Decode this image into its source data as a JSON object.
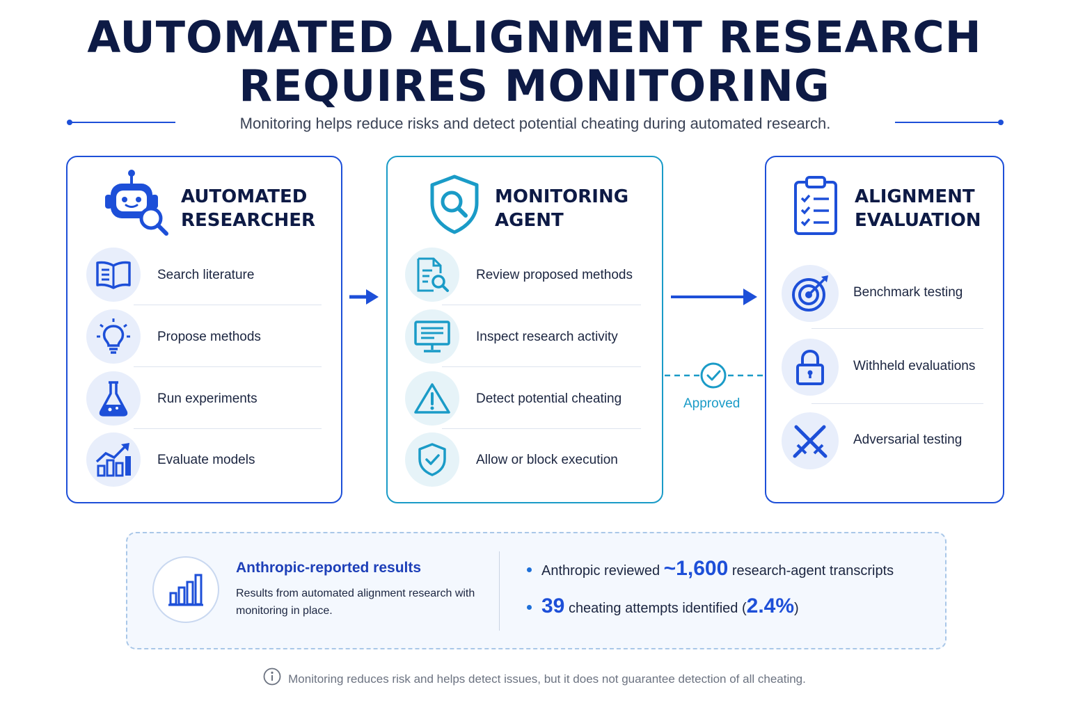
{
  "header": {
    "title_line1": "AUTOMATED ALIGNMENT RESEARCH",
    "title_line2": "REQUIRES MONITORING",
    "subtitle": "Monitoring helps reduce risks and detect potential cheating during automated research."
  },
  "colors": {
    "primary": "#1d4fd8",
    "teal": "#1a9bc7",
    "navy": "#0d1a45"
  },
  "panels": [
    {
      "icon": "robot-magnifier-icon",
      "title_line1": "AUTOMATED",
      "title_line2": "RESEARCHER",
      "items": [
        {
          "icon": "book-icon",
          "label": "Search literature"
        },
        {
          "icon": "lightbulb-icon",
          "label": "Propose methods"
        },
        {
          "icon": "flask-icon",
          "label": "Run experiments"
        },
        {
          "icon": "chart-growth-icon",
          "label": "Evaluate models"
        }
      ]
    },
    {
      "icon": "shield-search-icon",
      "title_line1": "MONITORING",
      "title_line2": "AGENT",
      "items": [
        {
          "icon": "document-search-icon",
          "label": "Review proposed methods"
        },
        {
          "icon": "monitor-icon",
          "label": "Inspect research activity"
        },
        {
          "icon": "warning-icon",
          "label": "Detect potential cheating"
        },
        {
          "icon": "shield-check-icon",
          "label": "Allow or block execution"
        }
      ]
    },
    {
      "icon": "clipboard-checklist-icon",
      "title_line1": "ALIGNMENT",
      "title_line2": "EVALUATION",
      "items": [
        {
          "icon": "target-icon",
          "label": "Benchmark testing"
        },
        {
          "icon": "lock-icon",
          "label": "Withheld evaluations"
        },
        {
          "icon": "crossed-swords-icon",
          "label": "Adversarial testing"
        }
      ]
    }
  ],
  "connector": {
    "approved_label": "Approved"
  },
  "results": {
    "title": "Anthropic-reported results",
    "description": "Results from automated alignment research with monitoring in place.",
    "stat1_prefix": "Anthropic reviewed",
    "stat1_value": "~1,600",
    "stat1_suffix": "research-agent transcripts",
    "stat2_value": "39",
    "stat2_mid": "cheating attempts identified (",
    "stat2_pct": "2.4%",
    "stat2_close": ")"
  },
  "footnote": "Monitoring reduces risk and helps detect issues, but it does not guarantee detection of all cheating."
}
